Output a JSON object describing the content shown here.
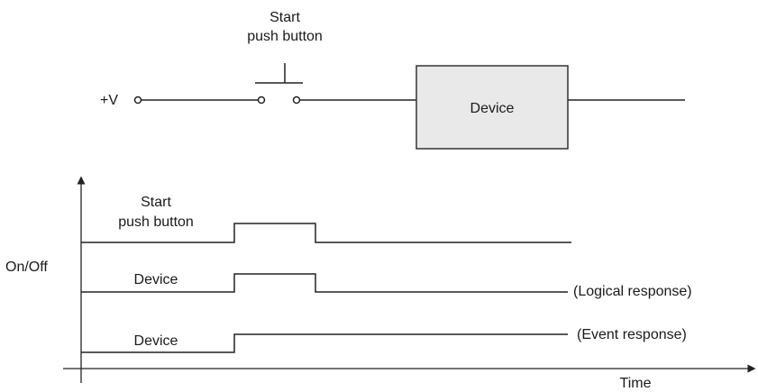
{
  "circuit": {
    "supply_label": "+V",
    "button_label_line1": "Start",
    "button_label_line2": "push button",
    "device_label": "Device"
  },
  "timing": {
    "y_axis_label": "On/Off",
    "x_axis_label": "Time",
    "traces": [
      {
        "label_line1": "Start",
        "label_line2": "push button",
        "annotation": "",
        "waveform": "pulse"
      },
      {
        "label_line1": "Device",
        "label_line2": "",
        "annotation": "(Logical response)",
        "waveform": "pulse"
      },
      {
        "label_line1": "Device",
        "label_line2": "",
        "annotation": "(Event response)",
        "waveform": "step"
      }
    ]
  }
}
